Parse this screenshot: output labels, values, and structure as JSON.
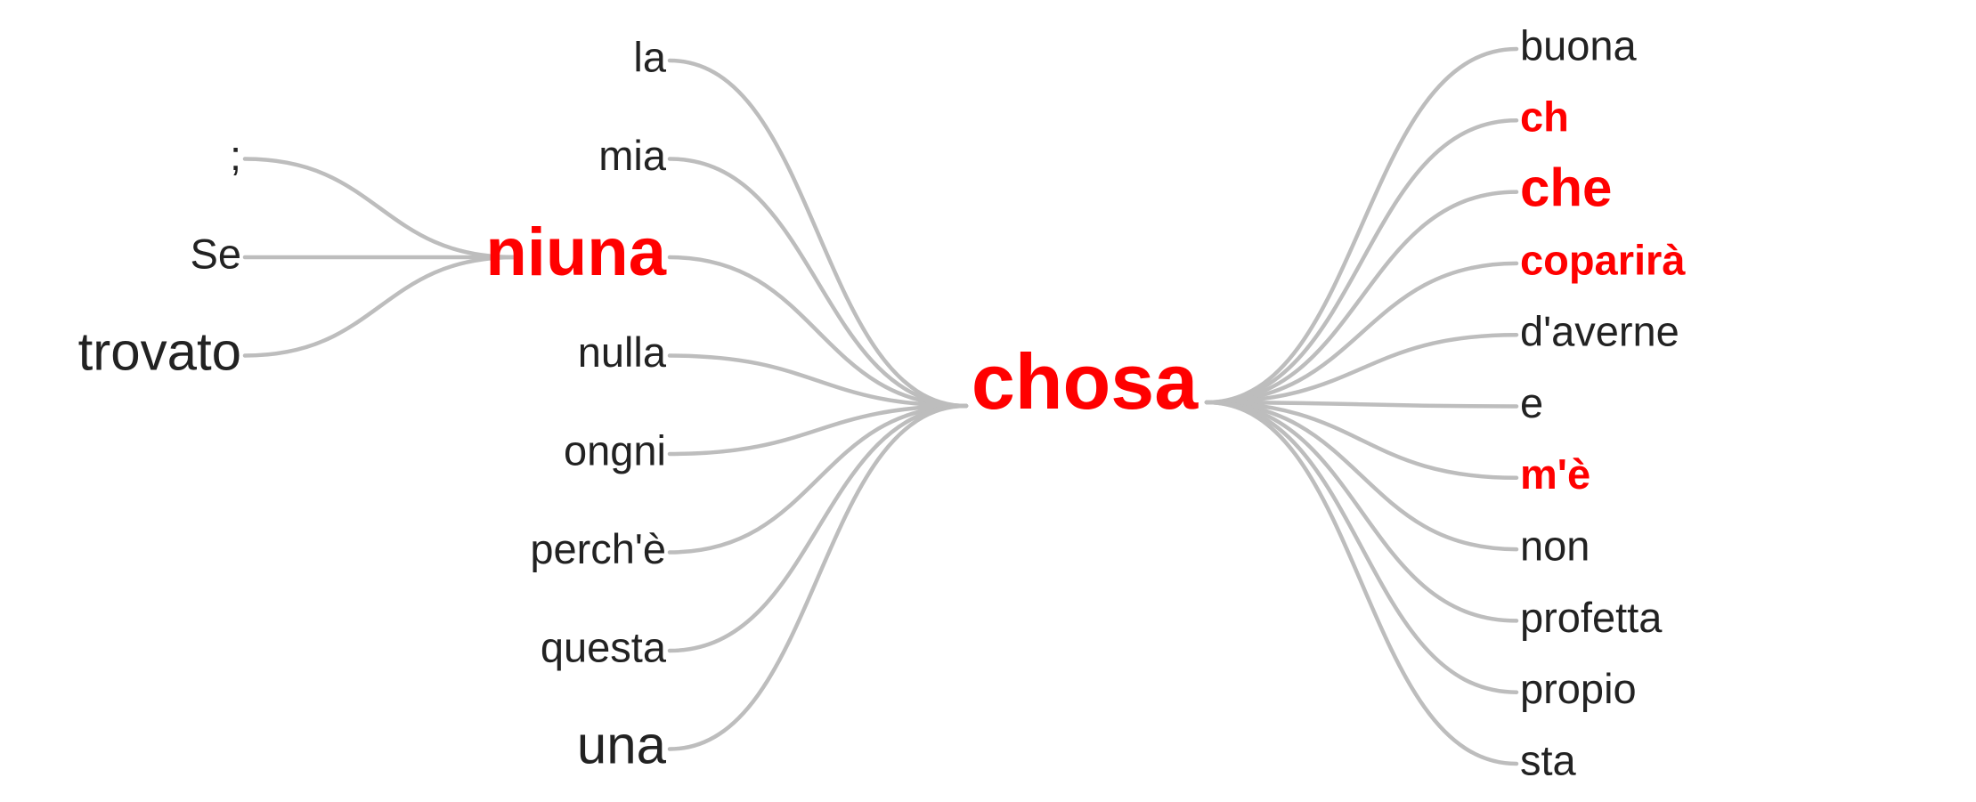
{
  "root": {
    "label": "chosa",
    "highlight": true
  },
  "left_context": [
    {
      "label": "la",
      "highlight": false,
      "weight": 1
    },
    {
      "label": "mia",
      "highlight": false,
      "weight": 1
    },
    {
      "label": "niuna",
      "highlight": true,
      "weight": 3,
      "children": [
        {
          "label": ";",
          "highlight": false,
          "weight": 1
        },
        {
          "label": "Se",
          "highlight": false,
          "weight": 1
        },
        {
          "label": "trovato",
          "highlight": false,
          "weight": 2
        }
      ]
    },
    {
      "label": "nulla",
      "highlight": false,
      "weight": 1
    },
    {
      "label": "ongni",
      "highlight": false,
      "weight": 1
    },
    {
      "label": "perch'è",
      "highlight": false,
      "weight": 1
    },
    {
      "label": "questa",
      "highlight": false,
      "weight": 1
    },
    {
      "label": "una",
      "highlight": false,
      "weight": 2
    }
  ],
  "right_context": [
    {
      "label": "buona",
      "highlight": false,
      "weight": 1
    },
    {
      "label": "ch",
      "highlight": true,
      "weight": 1
    },
    {
      "label": "che",
      "highlight": true,
      "weight": 2
    },
    {
      "label": "coparirà",
      "highlight": true,
      "weight": 1
    },
    {
      "label": "d'averne",
      "highlight": false,
      "weight": 1
    },
    {
      "label": "e",
      "highlight": false,
      "weight": 1
    },
    {
      "label": "m'è",
      "highlight": true,
      "weight": 1
    },
    {
      "label": "non",
      "highlight": false,
      "weight": 1
    },
    {
      "label": "profetta",
      "highlight": false,
      "weight": 1
    },
    {
      "label": "propio",
      "highlight": false,
      "weight": 1
    },
    {
      "label": "sta",
      "highlight": false,
      "weight": 1
    }
  ],
  "colors": {
    "highlight": "#ff0000",
    "text": "#222222",
    "link": "#bdbdbd",
    "background": "#ffffff"
  }
}
